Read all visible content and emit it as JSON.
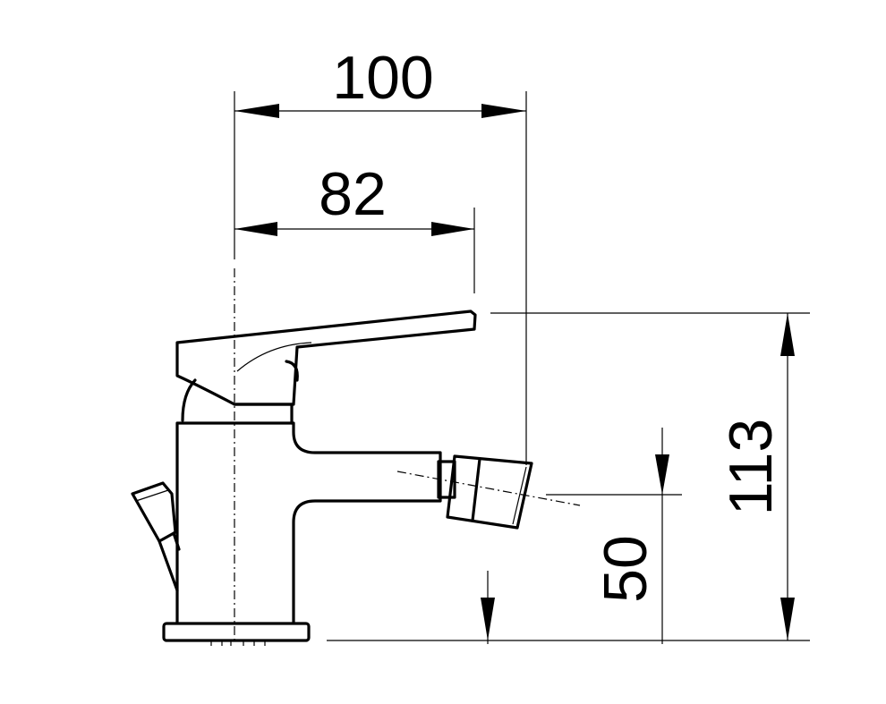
{
  "dimensions": {
    "overall_width": "100",
    "spout_reach": "82",
    "overall_height": "113",
    "spout_height": "50"
  }
}
